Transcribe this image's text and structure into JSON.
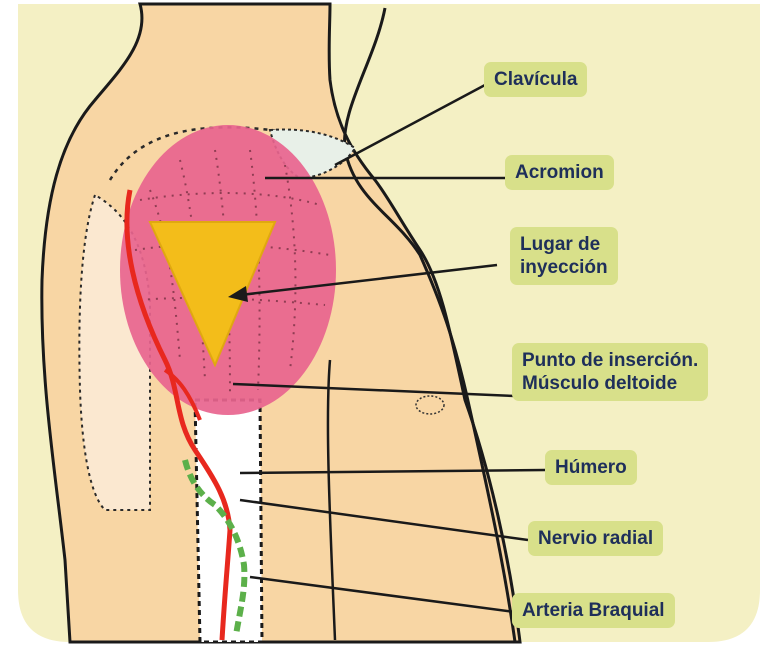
{
  "diagram": {
    "labels": {
      "clavicula": "Clavícula",
      "acromion": "Acromion",
      "lugar_line1": "Lugar de",
      "lugar_line2": "inyección",
      "punto_line1": "Punto de inserción.",
      "punto_line2": "Músculo deltoide",
      "humero": "Húmero",
      "nervio": "Nervio radial",
      "arteria": "Arteria Braquial"
    },
    "colors": {
      "background": "#f4f0c4",
      "skin": "#f8d6a4",
      "deltoid": "#e8648e",
      "injection_triangle": "#f3bd1a",
      "artery": "#e8281e",
      "nerve": "#5cb04a",
      "label_bg": "#d8e08a",
      "label_text": "#1e2f5a"
    }
  }
}
